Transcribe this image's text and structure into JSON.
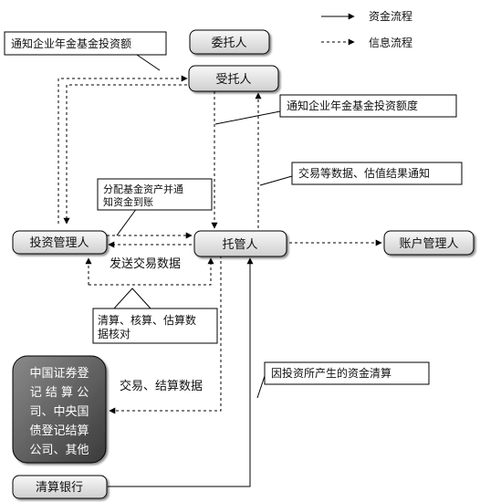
{
  "legend": {
    "solid_label": "资金流程",
    "dashed_label": "信息流程"
  },
  "nodes": {
    "weituoren": "委托人",
    "shoutuoren": "受托人",
    "touzi_guanliren": "投资管理人",
    "tuoguanren": "托管人",
    "zhanghu_guanliren": "账户管理人",
    "jiesuan_jigou": [
      "中国证券登",
      "记 结 算 公",
      "司、中央国",
      "债登记结算",
      "公司、其他"
    ],
    "qingsuan_yinhang": "清算银行"
  },
  "labels": {
    "notify_quota_left": "通知企业年金基金投资额",
    "notify_quota_right": "通知企业年金基金投资额度",
    "trade_valuation_notice": "交易等数据、估值结果通知",
    "allocate_assets": [
      "分配基金资产并通",
      "知资金到账"
    ],
    "send_trade_data": "发送交易数据",
    "clearing_check": [
      "清算、核算、估算数",
      "据核对"
    ],
    "trade_settlement_data": "交易、结算数据",
    "investment_clearing": "因投资所产生的资金清算"
  },
  "colors": {
    "node_fill_light": "#eeeeee",
    "node_fill_dark": "#5a5a5a",
    "stroke": "#000000"
  }
}
